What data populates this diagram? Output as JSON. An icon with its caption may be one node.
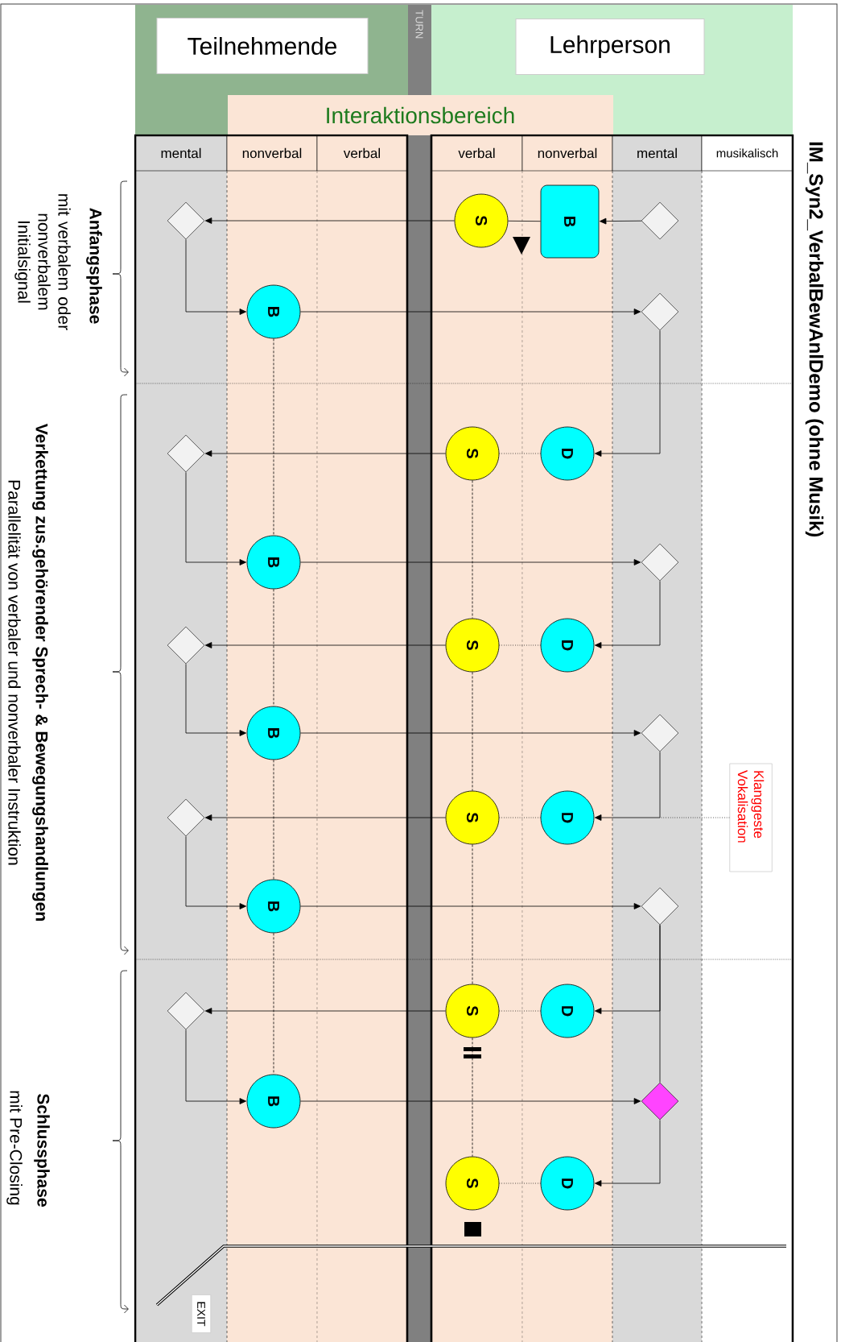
{
  "diagram": {
    "title": "IM_Syn2_VerbalBewAnlDemo (ohne Musik)",
    "nodes": [
      {
        "text": [
          "Teilnehmende"
        ]
      },
      {
        "text": [
          "Lehrperson"
        ]
      },
      {
        "text": [],
        "shape": "diamond"
      },
      {
        "text": [
          "S"
        ]
      },
      {
        "text": [
          "B"
        ]
      },
      {
        "text": [],
        "shape": "diamond"
      },
      {
        "text": [
          "B"
        ]
      },
      {
        "text": [],
        "shape": "diamond"
      },
      {
        "text": [],
        "shape": "diamond"
      },
      {
        "text": [
          "S"
        ]
      },
      {
        "text": [
          "D"
        ]
      },
      {
        "text": [
          "B"
        ]
      },
      {
        "text": [],
        "shape": "diamond"
      },
      {
        "text": [],
        "shape": "diamond"
      },
      {
        "text": [
          "S"
        ]
      },
      {
        "text": [
          "D"
        ]
      },
      {
        "text": [
          "B"
        ]
      },
      {
        "text": [],
        "shape": "diamond"
      },
      {
        "text": [
          "Klanggeste Vokalisation"
        ]
      },
      {
        "text": [],
        "shape": "diamond"
      },
      {
        "text": [
          "S"
        ]
      },
      {
        "text": [
          "D"
        ]
      },
      {
        "text": [
          "B"
        ]
      },
      {
        "text": [],
        "shape": "diamond"
      },
      {
        "text": [],
        "shape": "diamond"
      },
      {
        "text": [
          "S"
        ]
      },
      {
        "text": [
          "D"
        ]
      },
      {
        "text": [
          "B"
        ]
      },
      {
        "text": [],
        "shape": "diamond"
      },
      {
        "text": [
          "S"
        ]
      },
      {
        "text": [
          "D"
        ]
      },
      {
        "text": [
          "EXIT"
        ]
      }
    ],
    "edges": [
      {
        "from": 5,
        "to": 4,
        "arrow": "to"
      },
      {
        "from": 4,
        "to": 3,
        "arrow": "none"
      },
      {
        "from": 3,
        "to": 2,
        "arrow": "to"
      },
      {
        "from": 2,
        "to": 6,
        "arrow": "to"
      },
      {
        "from": 6,
        "to": 7,
        "arrow": "to"
      },
      {
        "from": 7,
        "to": 10,
        "arrow": "to"
      },
      {
        "from": 10,
        "to": 9,
        "arrow": "none",
        "style": "dashed"
      },
      {
        "from": 9,
        "to": 8,
        "arrow": "to"
      },
      {
        "from": 8,
        "to": 11,
        "arrow": "to"
      },
      {
        "from": 11,
        "to": 12,
        "arrow": "to"
      },
      {
        "from": 12,
        "to": 15,
        "arrow": "to"
      },
      {
        "from": 15,
        "to": 14,
        "arrow": "none",
        "style": "dashed"
      },
      {
        "from": 14,
        "to": 13,
        "arrow": "to"
      },
      {
        "from": 13,
        "to": 16,
        "arrow": "to"
      },
      {
        "from": 16,
        "to": 17,
        "arrow": "to"
      },
      {
        "from": 17,
        "to": 21,
        "arrow": "to"
      },
      {
        "from": 21,
        "to": 20,
        "arrow": "none",
        "style": "dashed"
      },
      {
        "from": 20,
        "to": 19,
        "arrow": "to"
      },
      {
        "from": 19,
        "to": 22,
        "arrow": "to"
      },
      {
        "from": 22,
        "to": 23,
        "arrow": "to"
      },
      {
        "from": 23,
        "to": 26,
        "arrow": "to"
      },
      {
        "from": 23,
        "to": 28,
        "arrow": "none"
      },
      {
        "from": 26,
        "to": 25,
        "arrow": "none",
        "style": "dashed"
      },
      {
        "from": 25,
        "to": 24,
        "arrow": "to"
      },
      {
        "from": 24,
        "to": 27,
        "arrow": "to"
      },
      {
        "from": 27,
        "to": 28,
        "arrow": "to"
      },
      {
        "from": 28,
        "to": 30,
        "arrow": "to"
      },
      {
        "from": 30,
        "to": 29,
        "arrow": "none",
        "style": "dashed"
      },
      {
        "from": 18,
        "to": null,
        "arrow": "none",
        "style": "dashed"
      },
      {
        "from": 6,
        "to": 11,
        "arrow": "none",
        "style": "dashed"
      },
      {
        "from": 11,
        "to": 16,
        "arrow": "none",
        "style": "dashed"
      },
      {
        "from": 16,
        "to": 22,
        "arrow": "none",
        "style": "dashed"
      },
      {
        "from": 22,
        "to": 27,
        "arrow": "none",
        "style": "dashed"
      },
      {
        "from": 9,
        "to": 14,
        "arrow": "none",
        "style": "dashed"
      },
      {
        "from": 14,
        "to": 20,
        "arrow": "none",
        "style": "dashed"
      },
      {
        "from": 20,
        "to": 25,
        "arrow": "none",
        "style": "dashed"
      },
      {
        "from": 25,
        "to": 29,
        "arrow": "none",
        "style": "dashed"
      }
    ],
    "labels": [
      "Interaktionsbereich",
      "mental",
      "nonverbal",
      "verbal",
      "verbal",
      "nonverbal",
      "mental",
      "musikalisch",
      "TURN",
      "Anfangsphase",
      "mit verbalem oder nonverbalem Initialsignal",
      "Verkettung zus.gehörender Sprech- & Bewegungshandlungen",
      "Parallelität von verbaler und nonverbaler Instruktion",
      "Schlussphase",
      "mit Pre-Closing"
    ]
  }
}
